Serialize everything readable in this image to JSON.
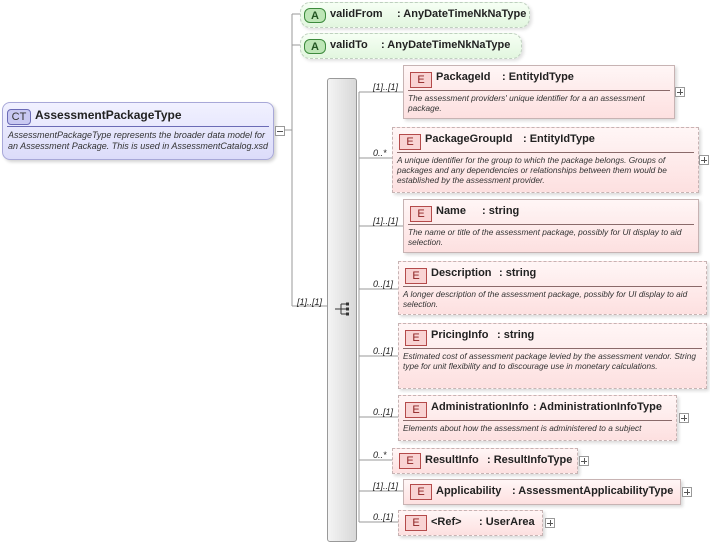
{
  "complex_type": {
    "badge": "CT",
    "name": "AssessmentPackageType",
    "doc": "AssessmentPackageType represents the broader data model for an Assessment Package. This is used in AssessmentCatalog.xsd"
  },
  "attributes": [
    {
      "badge": "A",
      "name": "validFrom",
      "type": ": AnyDateTimeNkNaType"
    },
    {
      "badge": "A",
      "name": "validTo",
      "type": ": AnyDateTimeNkNaType"
    }
  ],
  "sequence": {
    "cardinality": "[1]..[1]",
    "icon": "sequence-icon"
  },
  "elements": [
    {
      "badge": "E",
      "name": "PackageId",
      "type": ": EntityIdType",
      "cardinality": "[1]..[1]",
      "doc": "The assessment providers' unique identifier for a an assessment package."
    },
    {
      "badge": "E",
      "name": "PackageGroupId",
      "type": ": EntityIdType",
      "cardinality": "0..*",
      "doc": "A unique identifier for the group to which the package belongs. Groups of packages and any dependencies or relationships between them would be established by the assessment provider."
    },
    {
      "badge": "E",
      "name": "Name",
      "type": ": string",
      "cardinality": "[1]..[1]",
      "doc": "The name or title of the assessment package, possibly for UI display to aid selection."
    },
    {
      "badge": "E",
      "name": "Description",
      "type": ": string",
      "cardinality": "0..[1]",
      "doc": "A longer description of the assessment package, possibly for UI display to aid selection."
    },
    {
      "badge": "E",
      "name": "PricingInfo",
      "type": ": string",
      "cardinality": "0..[1]",
      "doc": "Estimated cost of assessment package levied by the assessment vendor. String type for unit flexibility and to discourage use in monetary calculations."
    },
    {
      "badge": "E",
      "name": "AdministrationInfo",
      "type": ": AdministrationInfoType",
      "cardinality": "0..[1]",
      "doc": "Elements about how the assessment is administered to a subject"
    },
    {
      "badge": "E",
      "name": "ResultInfo",
      "type": ": ResultInfoType",
      "cardinality": "0..*",
      "doc": ""
    },
    {
      "badge": "E",
      "name": "Applicability",
      "type": ": AssessmentApplicabilityType",
      "cardinality": "[1]..[1]",
      "doc": ""
    },
    {
      "badge": "E",
      "name": "<Ref>",
      "type": ": UserArea",
      "cardinality": "0..[1]",
      "doc": ""
    }
  ]
}
